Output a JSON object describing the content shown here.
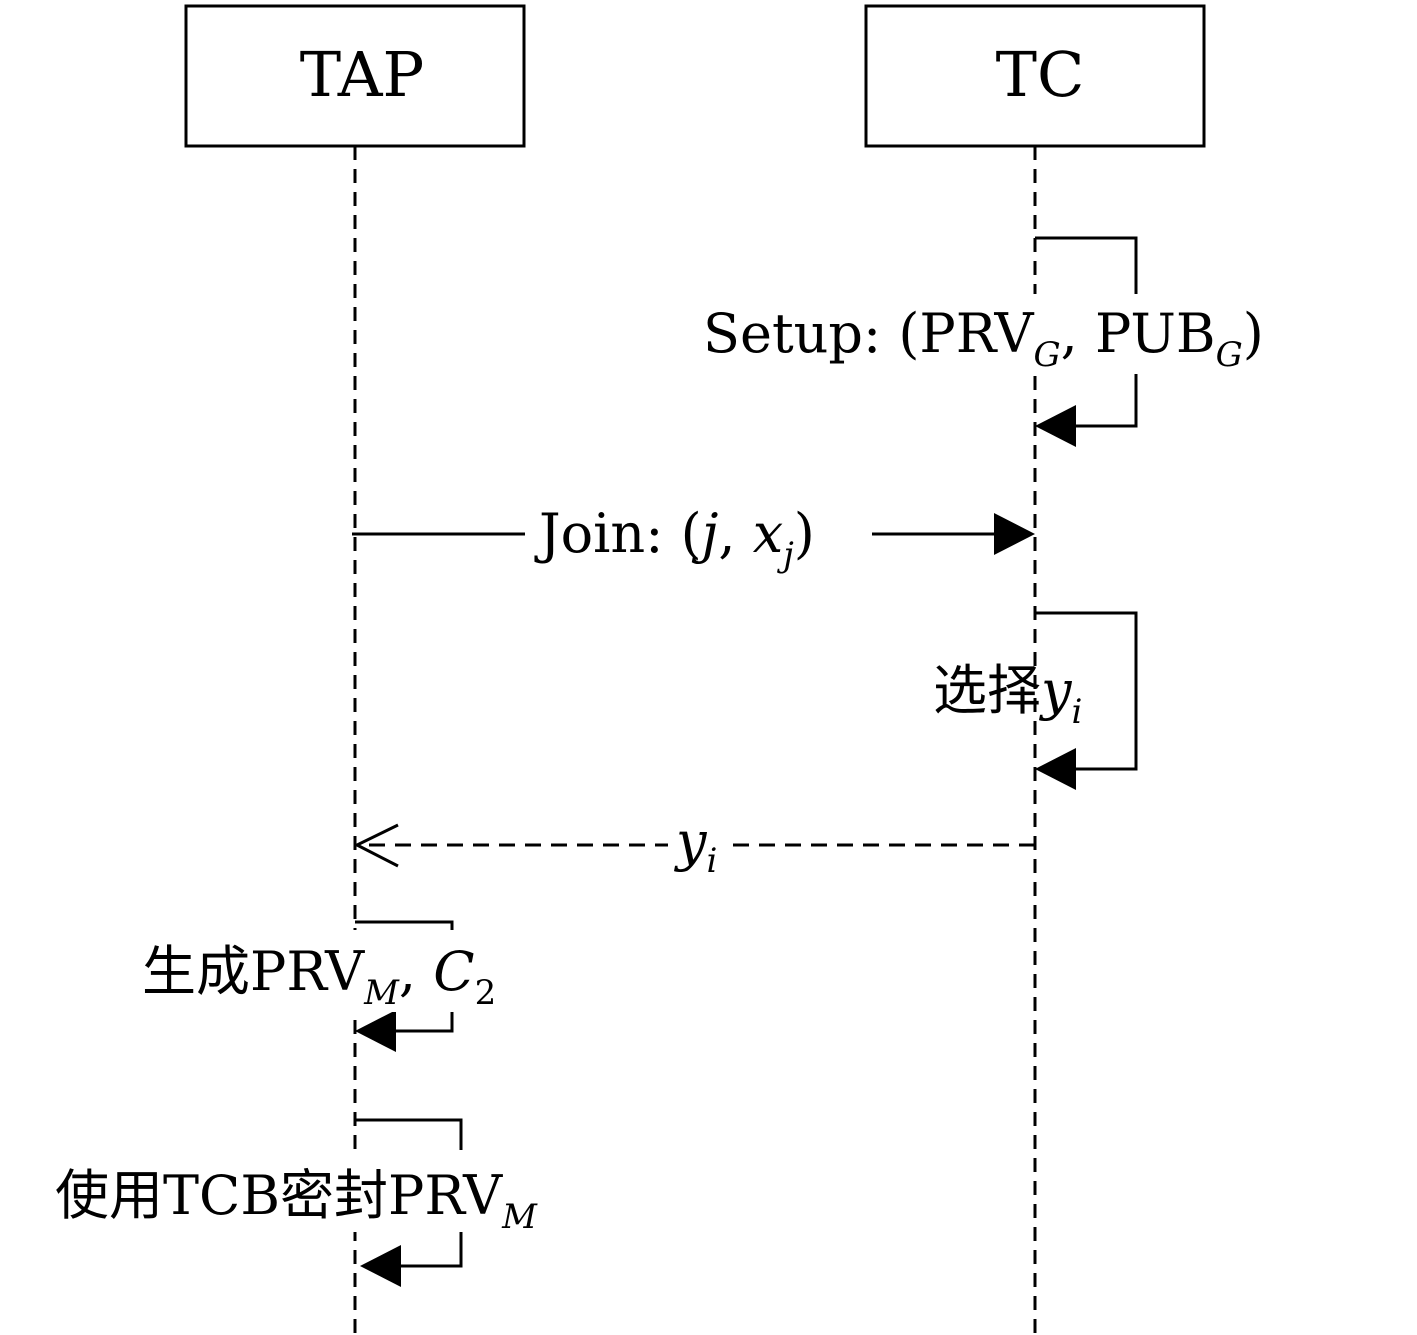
{
  "participants": {
    "tap": {
      "name": "TAP"
    },
    "tc": {
      "name": "TC"
    }
  },
  "messages": {
    "setup": {
      "prefix": "Setup: (PRV",
      "sub1": "G",
      "mid": ", PUB",
      "sub2": "G",
      "suffix": ")"
    },
    "join": {
      "prefix": "Join: (",
      "var1": "j",
      "sep": ", ",
      "var2": "x",
      "sub": "j",
      "suffix": ")"
    },
    "select": {
      "text": "选择",
      "var": "y",
      "sub": "i"
    },
    "reply": {
      "var": "y",
      "sub": "i"
    },
    "generate": {
      "text": "生成PRV",
      "sub": "M",
      "sep": ", ",
      "var": "C",
      "sub2": "2"
    },
    "seal": {
      "text": "使用TCB密封PRV",
      "sub": "M"
    }
  }
}
